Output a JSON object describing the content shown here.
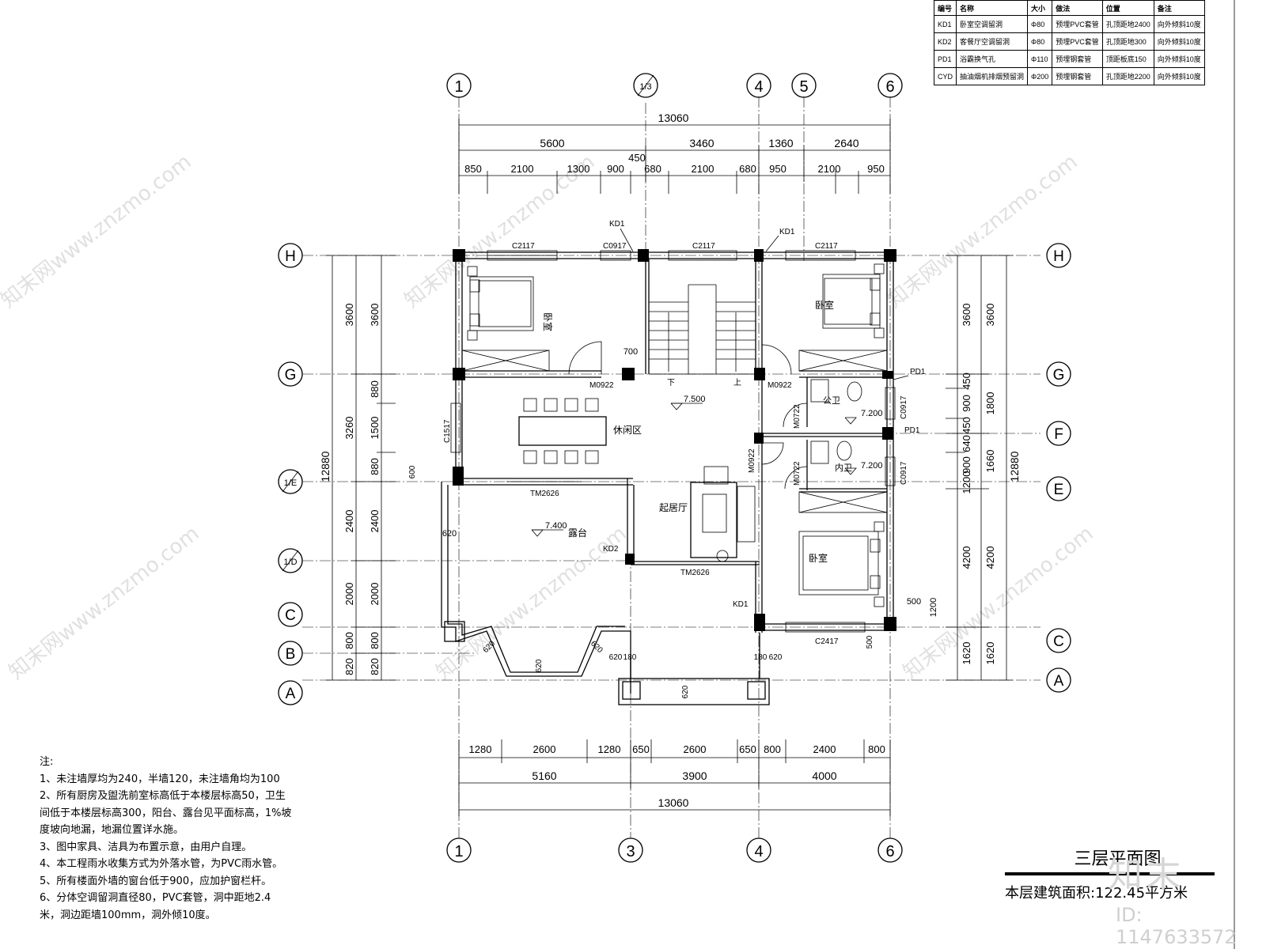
{
  "legend_table": {
    "headers": [
      "编号",
      "名称",
      "大小",
      "做法",
      "位置",
      "备注"
    ],
    "rows": [
      [
        "KD1",
        "卧室空调留洞",
        "Φ80",
        "预埋PVC套管",
        "孔顶距地2400",
        "向外倾斜10度"
      ],
      [
        "KD2",
        "客餐厅空调留洞",
        "Φ80",
        "预埋PVC套管",
        "孔顶距地300",
        "向外倾斜10度"
      ],
      [
        "PD1",
        "浴霸换气孔",
        "Φ110",
        "预埋钢套管",
        "顶距板底150",
        "向外倾斜10度"
      ],
      [
        "CYD",
        "抽油烟机排烟预留洞",
        "Φ200",
        "预埋钢套管",
        "孔顶距地2200",
        "向外倾斜10度"
      ]
    ]
  },
  "axes": {
    "top": [
      "1",
      "1/3",
      "4",
      "5",
      "6"
    ],
    "bottom": [
      "1",
      "3",
      "4",
      "6"
    ],
    "left": [
      "H",
      "G",
      "1/E",
      "1/D",
      "C",
      "B",
      "A"
    ],
    "right": [
      "H",
      "G",
      "F",
      "E",
      "C",
      "A"
    ]
  },
  "dims": {
    "top_total": "13060",
    "top_mid": [
      "5600",
      "3460",
      "1360",
      "2640"
    ],
    "top_detail": [
      "850",
      "2100",
      "1300",
      "900",
      "680",
      "2100",
      "680",
      "950",
      "2100",
      "950"
    ],
    "top_extra": "450",
    "bottom_detail": [
      "1280",
      "2600",
      "1280",
      "650",
      "2600",
      "650",
      "800",
      "2400",
      "800"
    ],
    "bottom_mid": [
      "5160",
      "3900",
      "4000"
    ],
    "bottom_total": "13060",
    "left_total": "12880",
    "left_outer": [
      "3600",
      "3260",
      "2400",
      "2000",
      "800",
      "820"
    ],
    "left_inner": [
      "3600",
      "880",
      "1500",
      "880",
      "2400",
      "2000",
      "800",
      "820"
    ],
    "right_total": "12880",
    "right_outer": [
      "3600",
      "1800",
      "1660",
      "4200",
      "1620"
    ],
    "right_inner": [
      "3600",
      "450",
      "900",
      "450",
      "640",
      "1200",
      "900",
      "4200",
      "1620"
    ],
    "misc": [
      "600",
      "620",
      "700",
      "500",
      "1200",
      "500",
      "620",
      "180",
      "180",
      "620",
      "620",
      "620",
      "620",
      "620"
    ]
  },
  "labels": {
    "rooms": [
      "卧室",
      "卧室",
      "卧室",
      "休闲区",
      "起居厅",
      "露台",
      "公卫",
      "内卫"
    ],
    "elevations": [
      "7.500",
      "7.400",
      "7.200",
      "7.200"
    ],
    "windows": [
      "C2117",
      "C0917",
      "C2117",
      "C2117",
      "C1517",
      "C0917",
      "C0917",
      "C2417"
    ],
    "doors": [
      "M0922",
      "M0922",
      "M0722",
      "M0922",
      "M0722",
      "TM2626",
      "TM2626"
    ],
    "holes": [
      "KD1",
      "KD1",
      "KD2",
      "KD1",
      "PD1",
      "PD1"
    ],
    "stair": [
      "下",
      "上"
    ]
  },
  "notes": {
    "title": "注:",
    "lines": [
      "1、未注墙厚均为240，半墙120，未注墙角均为100",
      "2、所有厨房及盥洗前室标高低于本楼层标高50，卫生",
      "间低于本楼层标高300，阳台、露台见平面标高，1%坡",
      "度坡向地漏，地漏位置详水施。",
      "3、图中家具、洁具为布置示意，由用户自理。",
      "4、本工程雨水收集方式为外落水管，为PVC雨水管。",
      "5、所有楼面外墙的窗台低于900，应加护窗栏杆。",
      "6、分体空调留洞直径80，PVC套管，洞中距地2.4",
      "米，洞边距墙100mm，洞外倾10度。"
    ]
  },
  "title_block": {
    "title": "三层平面图",
    "area": "本层建筑面积:122.45平方米"
  },
  "branding": {
    "logo": "知末",
    "id": "ID: 1147633572",
    "watermark": "知末网www.znzmo.com"
  }
}
